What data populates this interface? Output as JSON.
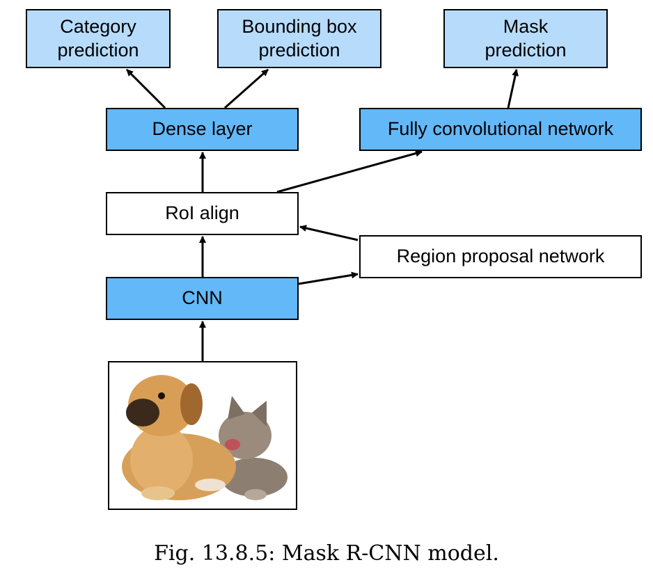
{
  "nodes": {
    "category": "Category\nprediction",
    "bbox": "Bounding box\nprediction",
    "mask": "Mask\nprediction",
    "dense": "Dense layer",
    "fcn": "Fully convolutional network",
    "roi": "RoI align",
    "rpn": "Region proposal network",
    "cnn": "CNN"
  },
  "image": {
    "content": "puppy and kitten photo"
  },
  "caption": "Fig. 13.8.5: Mask R-CNN model.",
  "colors": {
    "light_blue": "#b7dcfb",
    "blue": "#63b8f8",
    "border": "#000000"
  }
}
